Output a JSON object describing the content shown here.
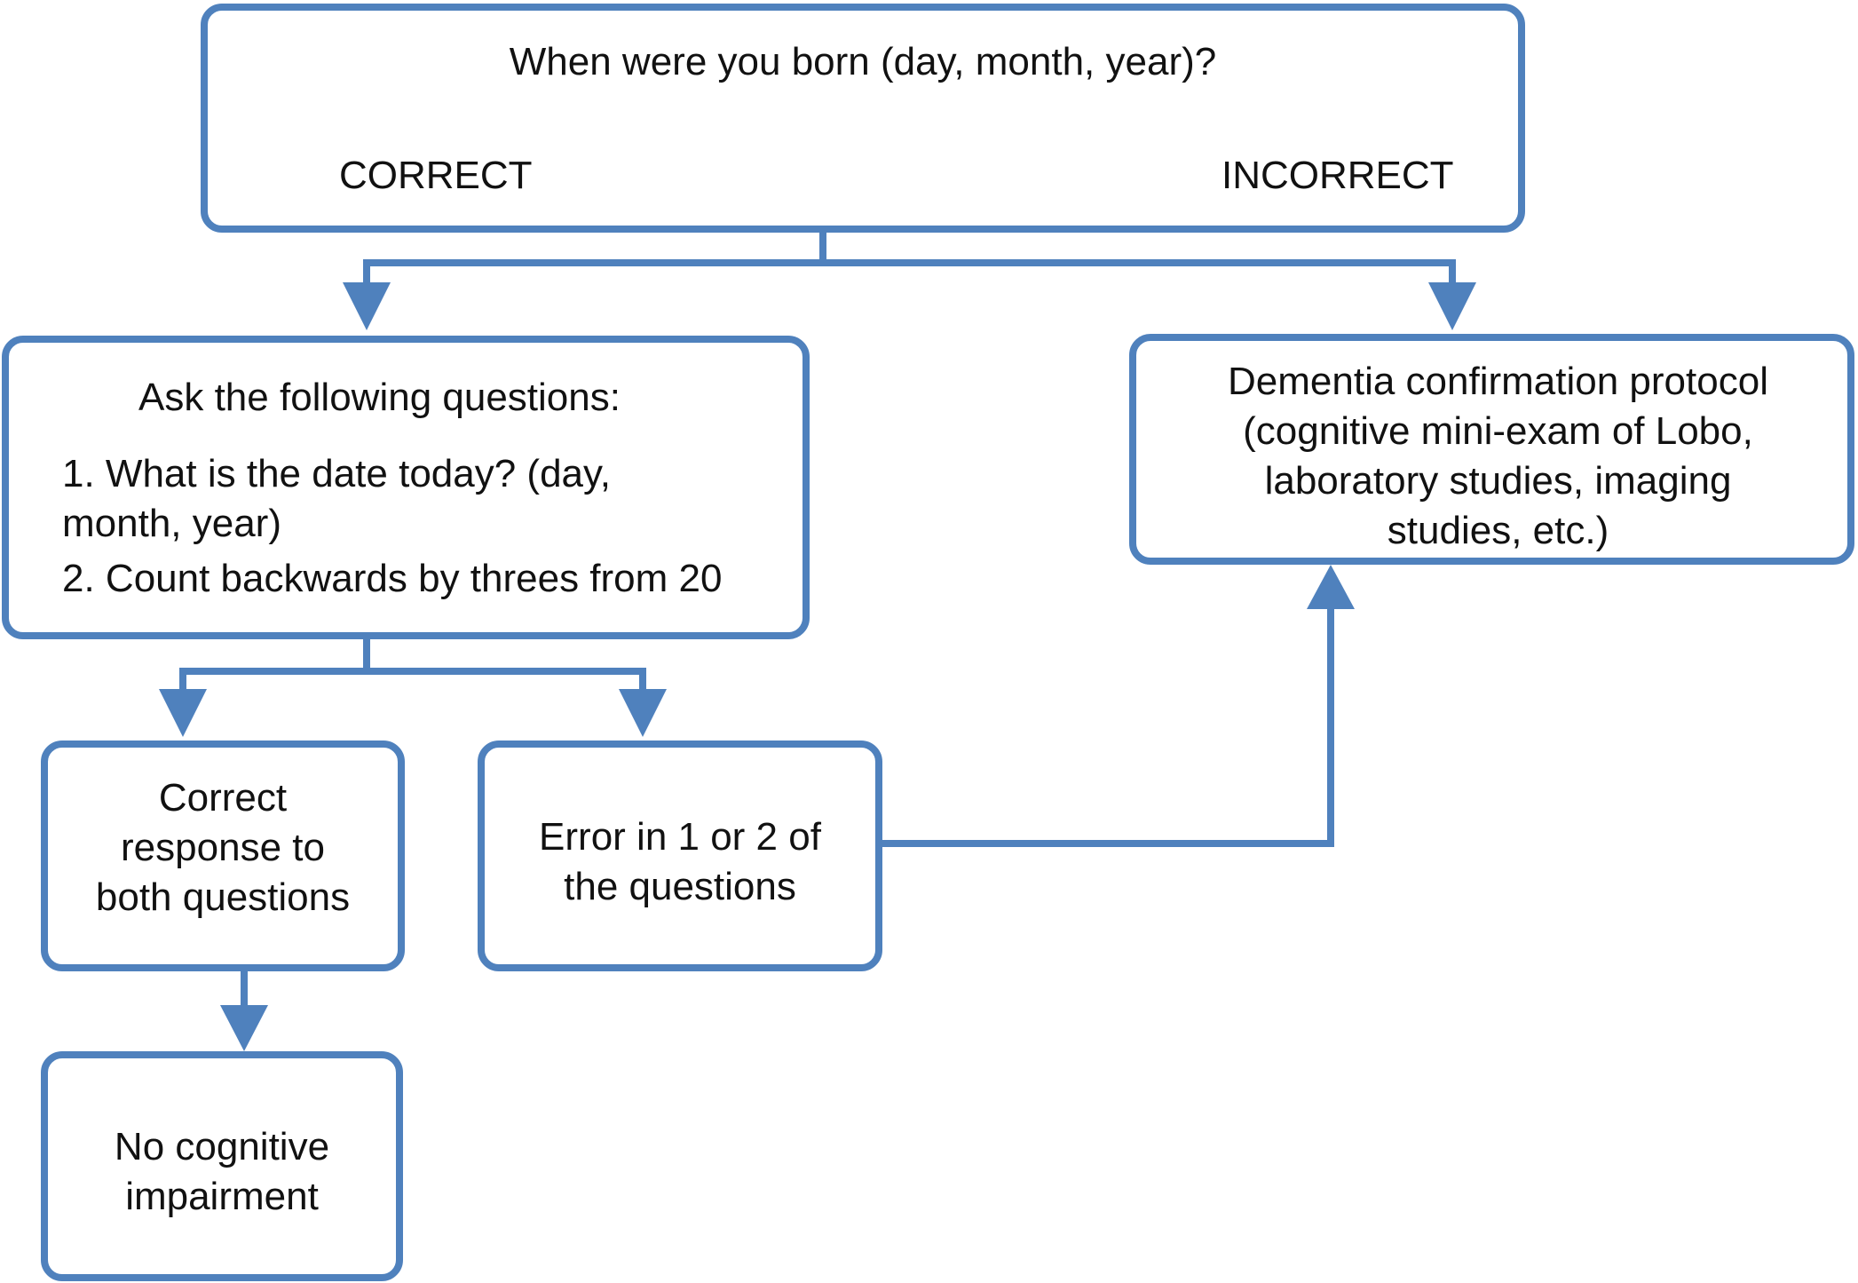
{
  "colors": {
    "stroke": "#4f81bd",
    "text": "#111111",
    "background": "#ffffff"
  },
  "nodes": {
    "question_box": {
      "question": "When were you born (day, month, year)?",
      "correct_label": "CORRECT",
      "incorrect_label": "INCORRECT"
    },
    "ask_box": {
      "heading": "Ask the following questions:",
      "item1_line1": "1. What is the date today? (day,",
      "item1_line2": "month, year)",
      "item2": "2. Count backwards by threes from 20"
    },
    "dementia_box": {
      "lines": [
        "Dementia confirmation protocol",
        "(cognitive mini-exam of Lobo,",
        "laboratory studies, imaging",
        "studies, etc.)"
      ]
    },
    "correct_response_box": {
      "lines": [
        "Correct",
        "response to",
        "both questions"
      ]
    },
    "error_box": {
      "lines": [
        "Error in 1 or 2 of",
        "the questions"
      ]
    },
    "no_impairment_box": {
      "lines": [
        "No cognitive",
        "impairment"
      ]
    }
  }
}
